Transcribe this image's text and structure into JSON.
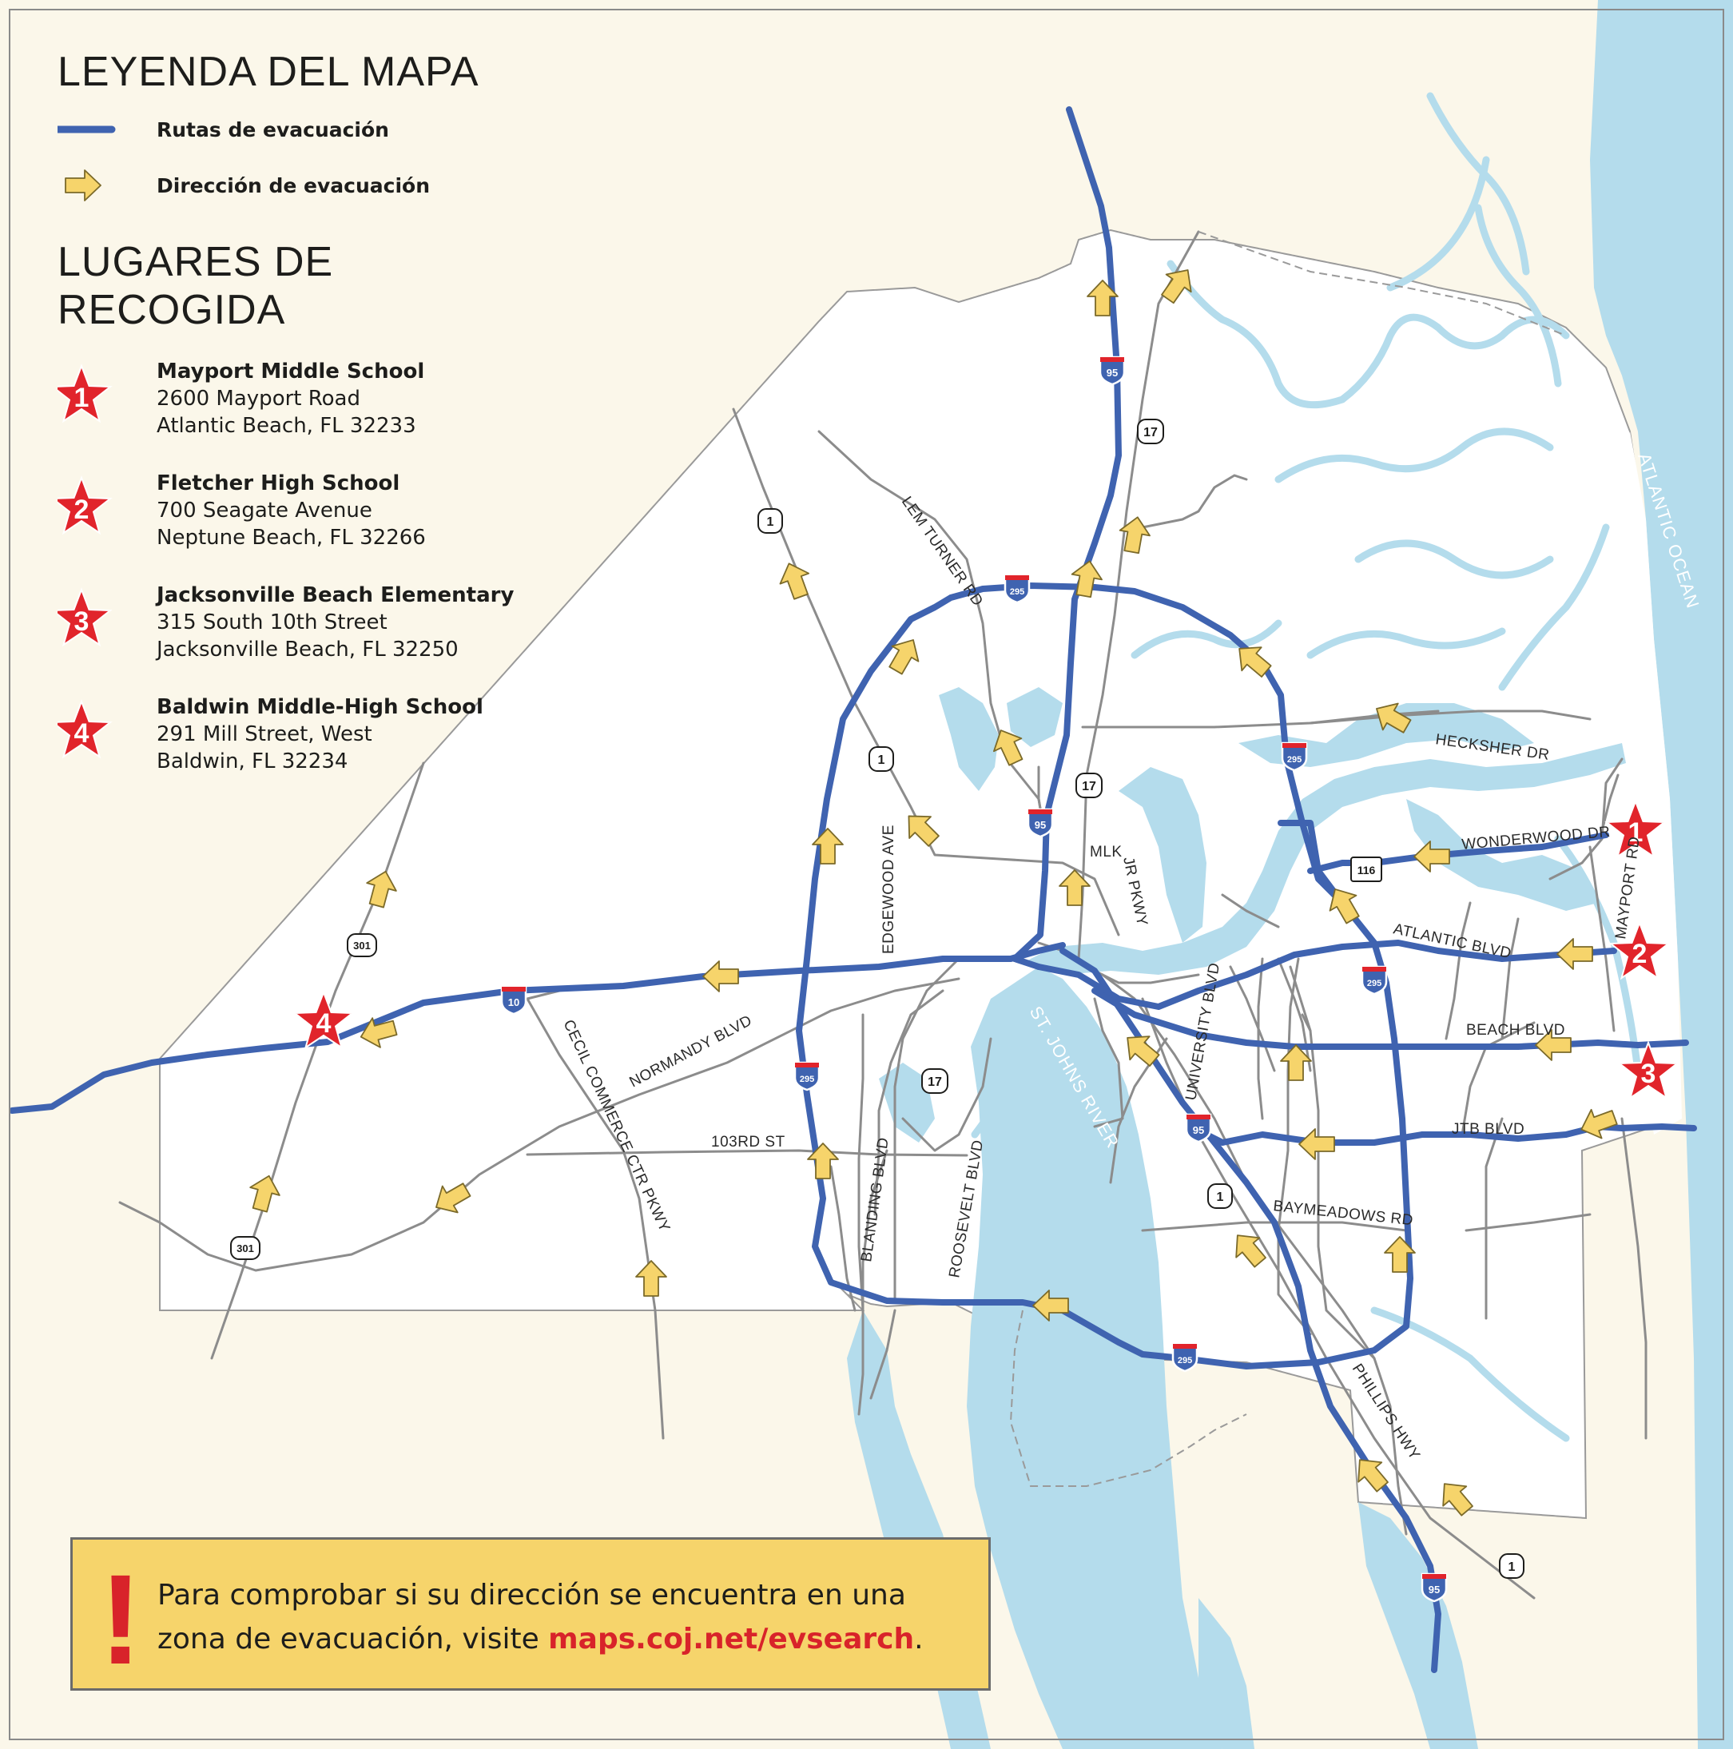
{
  "legend": {
    "map_legend_title": "LEYENDA DEL MAPA",
    "route_label": "Rutas de evacuación",
    "direction_label": "Dirección de evacuación",
    "pickup_title": "LUGARES DE RECOGIDA"
  },
  "pickup_sites": [
    {
      "number": "1",
      "name": "Mayport Middle School",
      "address_line1": "2600 Mayport Road",
      "address_line2": "Atlantic Beach, FL 32233"
    },
    {
      "number": "2",
      "name": "Fletcher High School",
      "address_line1": "700 Seagate Avenue",
      "address_line2": "Neptune Beach, FL 32266"
    },
    {
      "number": "3",
      "name": "Jacksonville Beach Elementary",
      "address_line1": "315 South 10th Street",
      "address_line2": "Jacksonville Beach, FL 32250"
    },
    {
      "number": "4",
      "name": "Baldwin Middle-High School",
      "address_line1": "291 Mill Street, West",
      "address_line2": "Baldwin, FL 32234"
    }
  ],
  "notice": {
    "bang": "!",
    "line1": "Para comprobar si su dirección se encuentra en una",
    "line2_prefix": "zona de evacuación, visite ",
    "url": "maps.coj.net/evsearch",
    "line2_suffix": "."
  },
  "water_labels": {
    "ocean": "ATLANTIC OCEAN",
    "river": "ST. JOHNS RIVER"
  },
  "road_labels": {
    "lem_turner": "LEM TURNER RD",
    "heckscher": "HECKSHER DR",
    "wonderwood": "WONDERWOOD DR",
    "mayport_rd": "MAYPORT RD",
    "atlantic": "ATLANTIC BLVD",
    "beach": "BEACH BLVD",
    "jtb": "JTB  BLVD",
    "baymeadows": "BAYMEADOWS RD",
    "phillips": "PHILLIPS HWY",
    "university": "UNIVERSITY BLVD",
    "mlk": "MLK",
    "jr_pkwy": "JR PKWY",
    "edgewood": "EDGEWOOD AVE",
    "normandy": "NORMANDY BLVD",
    "cecil": "CECIL COMMERCE CTR PKWY",
    "st103": "103RD ST",
    "blanding": "BLANDING BLVD",
    "roosevelt": "ROOSEVELT BLVD"
  },
  "shields": {
    "i95": "95",
    "i295": "295",
    "i10": "10",
    "us1": "1",
    "us17": "17",
    "us301": "301",
    "sr116": "116"
  },
  "colors": {
    "route": "#3f63b0",
    "arrow": "#f6d46b",
    "star": "#e1242b",
    "water": "#b4dcec",
    "land": "#ffffff",
    "background": "#fbf7ea",
    "minor_road": "#8c8c8c"
  }
}
